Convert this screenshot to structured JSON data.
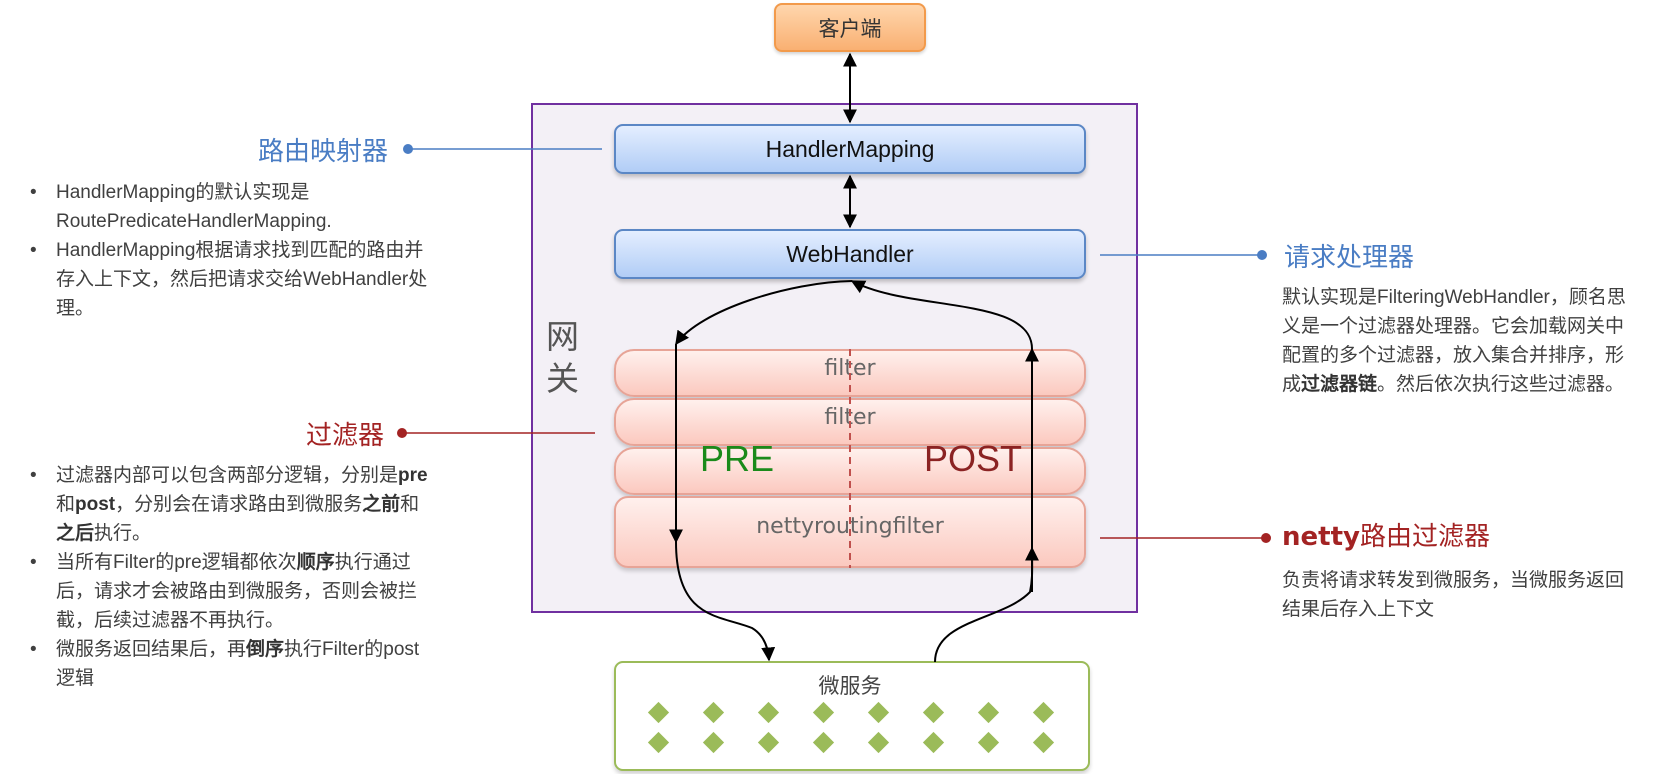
{
  "nodes": {
    "client": "客户端",
    "handler_mapping": "HandlerMapping",
    "web_handler": "WebHandler",
    "gateway": "网关",
    "filter_1": "filter",
    "filter_2": "filter",
    "netty_filter": "nettyroutingfilter",
    "pre": "PRE",
    "post": "POST",
    "microservice": "微服务"
  },
  "routing_mapper": {
    "heading": "路由映射器",
    "bullets": [
      "HandlerMapping的默认实现是RoutePredicateHandlerMapping.",
      "HandlerMapping根据请求找到匹配的路由并存入上下文，然后把请求交给WebHandler处理。"
    ]
  },
  "request_handler": {
    "heading": "请求处理器",
    "desc_1": "默认实现是FilteringWebHandler，顾名思义是一个过滤器处理器。它会加载网关中配置的多个过滤器，放入集合并排序，形成",
    "desc_bold": "过滤器链",
    "desc_2": "。然后依次执行这些过滤器。"
  },
  "filter_section": {
    "heading": "过滤器",
    "b1_1": "过滤器内部可以包含两部分逻辑，分别是",
    "b1_pre": "pre",
    "b1_2": "和",
    "b1_post": "post",
    "b1_3": "，分别会在请求路由到微服务",
    "b1_before": "之前",
    "b1_4": "和",
    "b1_after": "之后",
    "b1_5": "执行。",
    "b2_1": "当所有Filter的pre逻辑都依次",
    "b2_bold": "顺序",
    "b2_2": "执行通过后，请求才会被路由到微服务，否则会被拦截，后续过滤器不再执行。",
    "b3_1": "微服务返回结果后，再",
    "b3_bold": "倒序",
    "b3_2": "执行Filter的post逻辑"
  },
  "netty_routing": {
    "heading_netty": "netty",
    "heading_rest": "路由过滤器",
    "desc": "负责将请求转发到微服务，当微服务返回结果后存入上下文"
  },
  "colors": {
    "blue": "#4a7dc4",
    "red": "#a32323",
    "green_diamond": "#9bbb59",
    "gateway_border": "#7030a0"
  }
}
